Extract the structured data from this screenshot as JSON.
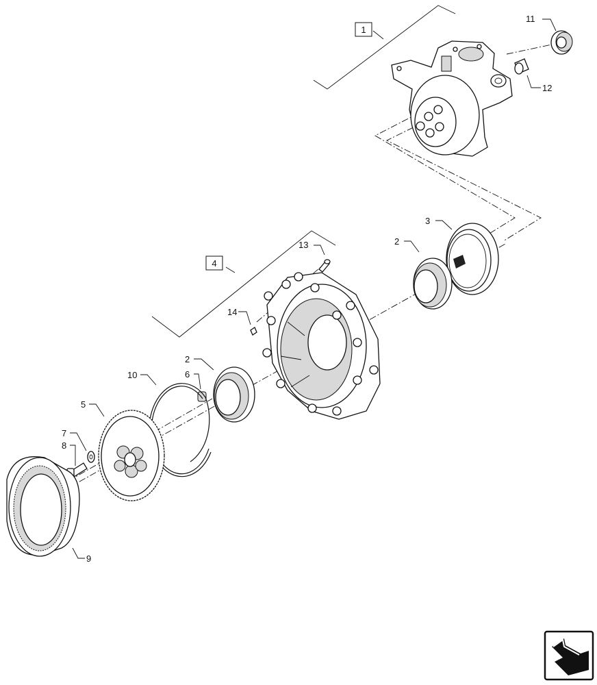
{
  "callouts": {
    "c1": "1",
    "c2a": "2",
    "c2b": "2",
    "c3": "3",
    "c4": "4",
    "c5": "5",
    "c6": "6",
    "c7": "7",
    "c8": "8",
    "c9": "9",
    "c10": "10",
    "c11": "11",
    "c12": "12",
    "c13": "13",
    "c14": "14"
  },
  "nav": {
    "icon": "next-page-arrow-icon"
  }
}
